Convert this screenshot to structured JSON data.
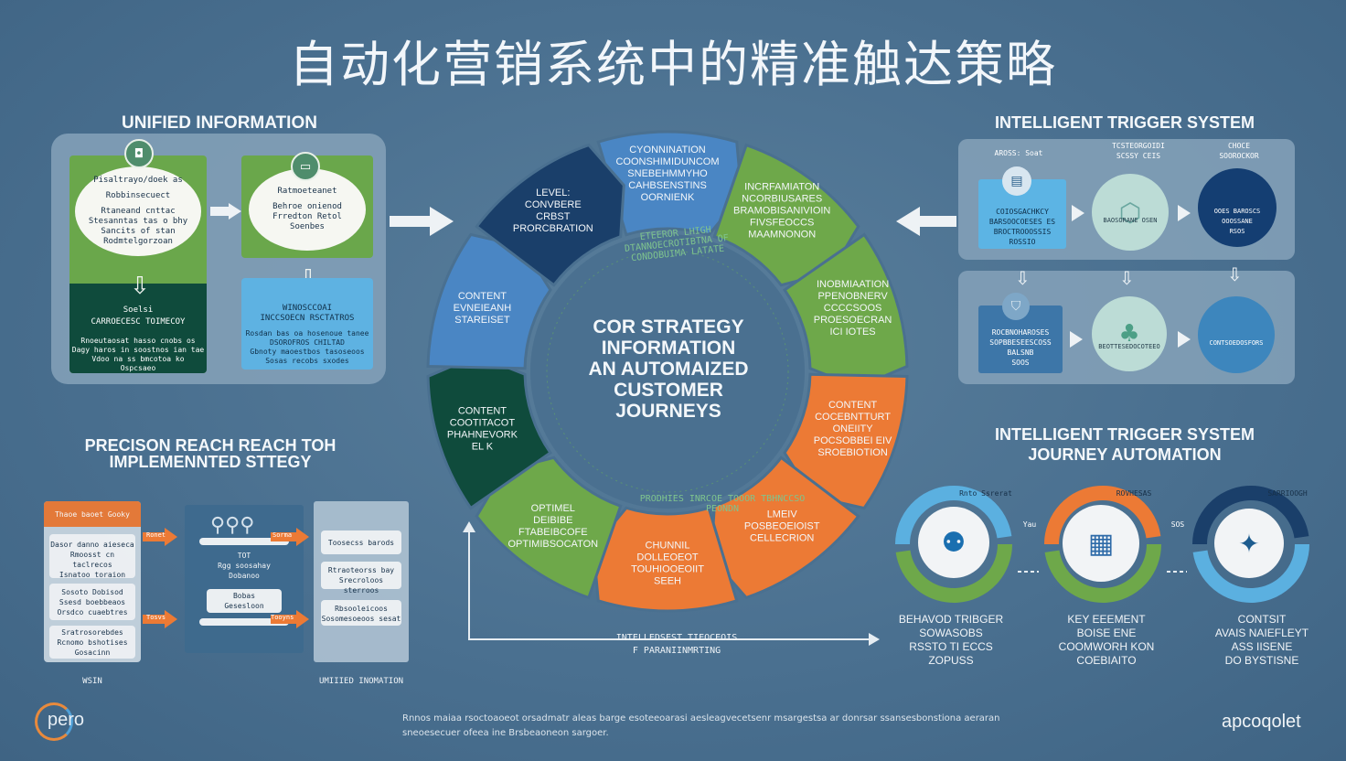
{
  "title": "自动化营销系统中的精准触达策略",
  "left_top": {
    "heading": "UNIFIED INFORMATION",
    "card1": {
      "oval_lines": [
        "Pisaltrayo/doek as",
        "Robbinsecuect",
        "Rtaneand cnttac",
        "Stesanntas tas o bhy",
        "Sancits of stan",
        "Rodmtelgorzoan"
      ],
      "sub_title": "Soelsi",
      "sub_label": "CARROECESC TOIMECOY",
      "footer_lines": [
        "Rnoeutaosat hasso cnobs os",
        "Dagy haros in soostnos ian tae",
        "Vdoo na ss bmcotoa ko",
        "Ospcsaeo"
      ]
    },
    "card2": {
      "oval_lines": [
        "Ratmoeteanet",
        "Behroe onienod",
        "Frredton Retol",
        "Soenbes"
      ],
      "box_lines": [
        "WINOSCCOAI",
        "INCCSOECN RSCTATROS"
      ],
      "footer_lines": [
        "Rosdan bas oa hosenoue tanee",
        "DSOROFROS CHILTAD",
        "Gbnoty maoestbos tasoseoos",
        "Sosas recobs sxodes"
      ]
    }
  },
  "left_bottom": {
    "heading_line1": "PRECISON REACH REACH  TOH",
    "heading_line2": "IMPLEMENNTED  STTEGY",
    "col1_header": "Thaoe baoet Gooky",
    "col1_items": [
      "Dasor danno aieseca\nRmoosst cn taclrecos\nIsnatoo toraion",
      "Sosoto Dobisod\nSsesd boebbeaos\nOrsdco cuaebtres",
      "Sratrosorebdes\nRcnomo bshotises\nGosacinn"
    ],
    "arrow_labels": [
      "Ronet",
      "Sorma",
      "Tosvs",
      "Tooyns"
    ],
    "col2_items": [
      "TOT\nRgg soosahay\nDobanoo",
      "Bobas\nGesesloon"
    ],
    "col3_items": [
      "Toosecss barods",
      "Rtraoteorss bay\nSrecroloos sterroos",
      "Rbsooleicoos\nSosomesoeoos sesat"
    ],
    "label_left": "WSIN",
    "label_right": "UMIIIED INOMATION"
  },
  "center": {
    "core_lines": [
      "COR STRATEGY",
      "INFORMATION",
      "AN AUTOMAIZED",
      "CUSTOMER",
      "JOURNEYS"
    ],
    "inner_text": "ETEEROR LHIGH DTANNOECROTIBTNA OF CONDOBUIMA LATATE",
    "inner_text_bottom": "PRODHIES  INRCOE TOOOR TBHNCCSO  PEONDN",
    "segments": [
      {
        "lines": [
          "CYONNINATION",
          "COONSHIMIDUNCOM",
          "SNEBEHMMYHO",
          "CAHBSENSTINS",
          "OORNIENK"
        ]
      },
      {
        "lines": [
          "INCRFAMIATON",
          "NCORBIUSARES",
          "BRAMOBISANIVIOIN",
          "FIVSFEOCCS",
          "MAAMNONON"
        ]
      },
      {
        "lines": [
          "INOBMIAATION",
          "PPENOBNERV",
          "CCCCSOOS",
          "PROESOECRAN",
          "ICI IOTES"
        ]
      },
      {
        "lines": [
          "CONTENT",
          "COCEBNTTURT",
          "ONEIITY",
          "POCSOBBEI EIV",
          "SROEBIOTION"
        ]
      },
      {
        "lines": [
          "LMEIV",
          "POSBEOEIOIST",
          "CELLECRION"
        ]
      },
      {
        "lines": [
          "CHUNNIL",
          "DOLLEOEOT",
          "TOUHIOOEOIIT",
          "SEEH"
        ]
      },
      {
        "lines": [
          "OPTIMEL",
          "DEIBIBE",
          "FTABEIBCOFE",
          "OPTIMIBSOCATON"
        ]
      },
      {
        "lines": [
          "CONTENT",
          "COOTITACOT",
          "PHAHNEVORK",
          "EL K"
        ]
      },
      {
        "lines": [
          "CONTENT",
          "EVNEIEANH",
          "STAREISET"
        ]
      },
      {
        "lines": [
          "LEVEL:",
          "CONVBERE",
          "CRBST",
          "PRORCBRATION"
        ]
      }
    ],
    "bottom_line1": "INTELLEDSEST TIEOCEOIS",
    "bottom_line2": "F PARANIINMRTING"
  },
  "right_top": {
    "heading": "INTELLIGENT TRIGGER SYSTEM",
    "row1_headers": [
      "AROSS: Soat",
      "TCSTEORGOIDI\nSCSSY CEIS",
      "CHOCE\nSOOROCKOR"
    ],
    "row1_box": [
      "COIOSGACHKCY",
      "BARSOOCOESES ES",
      "BROCTROOOSSIS",
      "ROSSIO"
    ],
    "row1_circle_texts": [
      "",
      "BAOSORANE OSEN",
      "OOES BAROSCS\nOOOSSANE\nRSOS"
    ],
    "row2_box": [
      "ROCBNOHAROSES",
      "SOPBBESEESCOSS",
      "BALSNB",
      "SOOS"
    ],
    "row2_circle_texts": [
      "",
      "BEOTTESEDOCOTEEO",
      "CONTSOEDOSFORS"
    ]
  },
  "right_bottom": {
    "heading_line1": "INTELLIGENT  TRIGGER SYSTEM",
    "heading_line2": "JOURNEY AUTOMATION",
    "ring_labels": [
      "Rnto Ssrerat",
      "ROVHESAS",
      "SARRIOOGH"
    ],
    "small_labels": [
      "Yau",
      "SOS"
    ],
    "nodes": [
      {
        "lines": [
          "BEHAVOD TRIBGER",
          "SOWASOBS",
          "RSSTO TI ECCS",
          "ZOPUSS"
        ]
      },
      {
        "lines": [
          "KEY EEEMENT",
          "BOISE ENE",
          "COOMWORH KON",
          "COEBIAITO"
        ]
      },
      {
        "lines": [
          "CONTSIT",
          "AVAIS NAIEFLEYT",
          "ASS IISENE",
          "DO BYSTISNE"
        ]
      }
    ]
  },
  "footer": {
    "logo": "pero",
    "line1": "Rnnos maiaa rsoctoaoeot orsadmatr aleas barge esoteeoarasi aesleagvecetsenr msargestsa ar donrsar ssansesbonstiona aeraran",
    "line2": "sneoesecuer ofeea ine Brsbeaoneon sargoer.",
    "brand": "apcoqolet"
  },
  "colors": {
    "bg": "#4a7090",
    "green": "#6ea84a",
    "dark_green": "#0f4b3c",
    "blue": "#4a86c4",
    "navy": "#1a3f6a",
    "orange": "#ec7a35",
    "light_blue": "#5bb0e0"
  }
}
